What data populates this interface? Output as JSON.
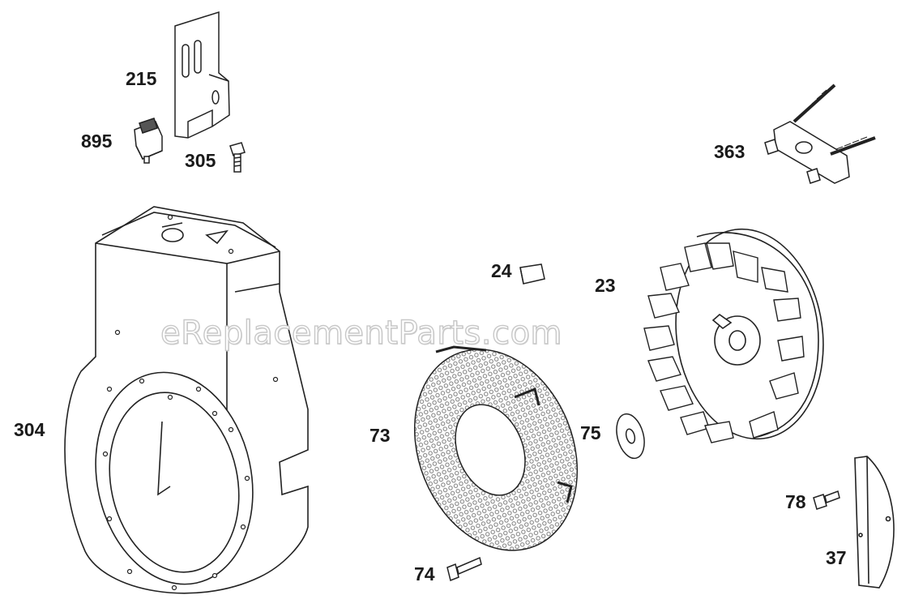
{
  "diagram": {
    "watermark": "eReplacementParts.com",
    "line_color": "#222222",
    "part_fill": "#ffffff",
    "screen_color": "#888888",
    "callouts": [
      {
        "id": "215",
        "label": "215"
      },
      {
        "id": "895",
        "label": "895"
      },
      {
        "id": "305",
        "label": "305"
      },
      {
        "id": "363",
        "label": "363"
      },
      {
        "id": "24",
        "label": "24"
      },
      {
        "id": "23",
        "label": "23"
      },
      {
        "id": "304",
        "label": "304"
      },
      {
        "id": "73",
        "label": "73"
      },
      {
        "id": "75",
        "label": "75"
      },
      {
        "id": "78",
        "label": "78"
      },
      {
        "id": "37",
        "label": "37"
      },
      {
        "id": "74",
        "label": "74"
      }
    ]
  }
}
